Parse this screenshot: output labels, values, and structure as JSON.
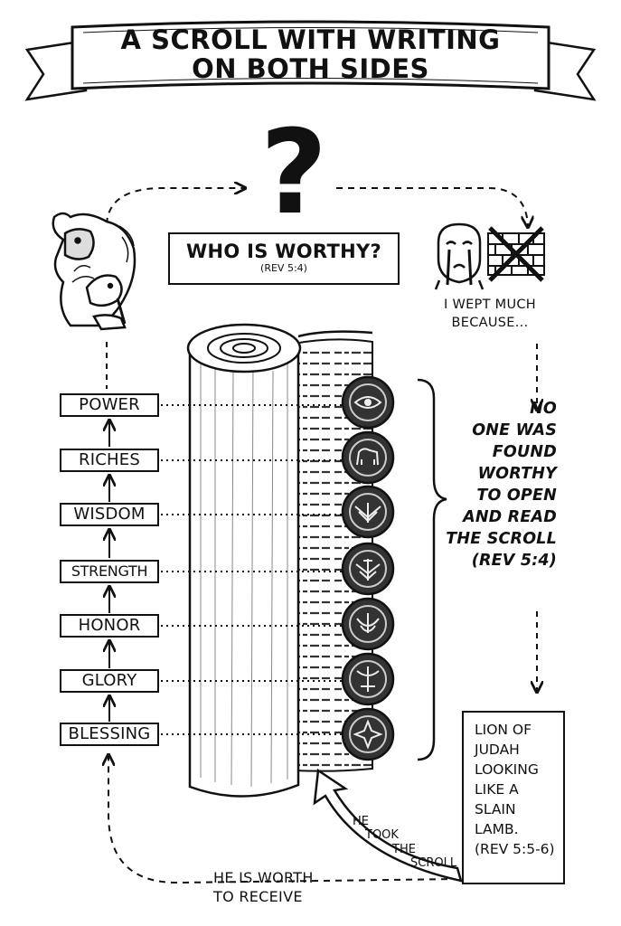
{
  "title": {
    "line1": "A SCROLL WITH WRITING",
    "line2": "ON BOTH SIDES"
  },
  "question_mark": "?",
  "worthy": {
    "main": "WHO IS WORTHY?",
    "ref": "(REV 5:4)"
  },
  "wept": {
    "line1": "I WEPT MUCH",
    "line2": "BECAUSE..."
  },
  "attributes": [
    "POWER",
    "RICHES",
    "WISDOM",
    "STRENGTH",
    "HONOR",
    "GLORY",
    "BLESSING"
  ],
  "no_one": {
    "lines": [
      "NO",
      "ONE WAS",
      "FOUND",
      "WORTHY",
      "TO OPEN",
      "AND READ",
      "THE SCROLL",
      "(REV 5:4)"
    ]
  },
  "lion_box": {
    "lines": [
      "LION OF",
      "JUDAH",
      "LOOKING",
      "LIKE A",
      "SLAIN",
      "LAMB.",
      "(REV 5:5-6)"
    ]
  },
  "took": [
    "HE",
    "TOOK",
    "THE",
    "SCROLL"
  ],
  "receive": {
    "line1": "HE IS WORTH",
    "line2": "TO RECEIVE"
  },
  "icons": {
    "lion_lamb": "lion-and-lamb-icon",
    "weeping_face": "weeping-face-icon",
    "crossed_out_wall": "crossed-out-wall-icon",
    "scroll": "scroll-illustration",
    "seals": [
      "eye-seal-icon",
      "lion-seal-icon",
      "eagle-seal-icon",
      "double-eagle-seal-icon",
      "lotus-seal-icon",
      "sword-seal-icon",
      "star-seal-icon"
    ]
  }
}
